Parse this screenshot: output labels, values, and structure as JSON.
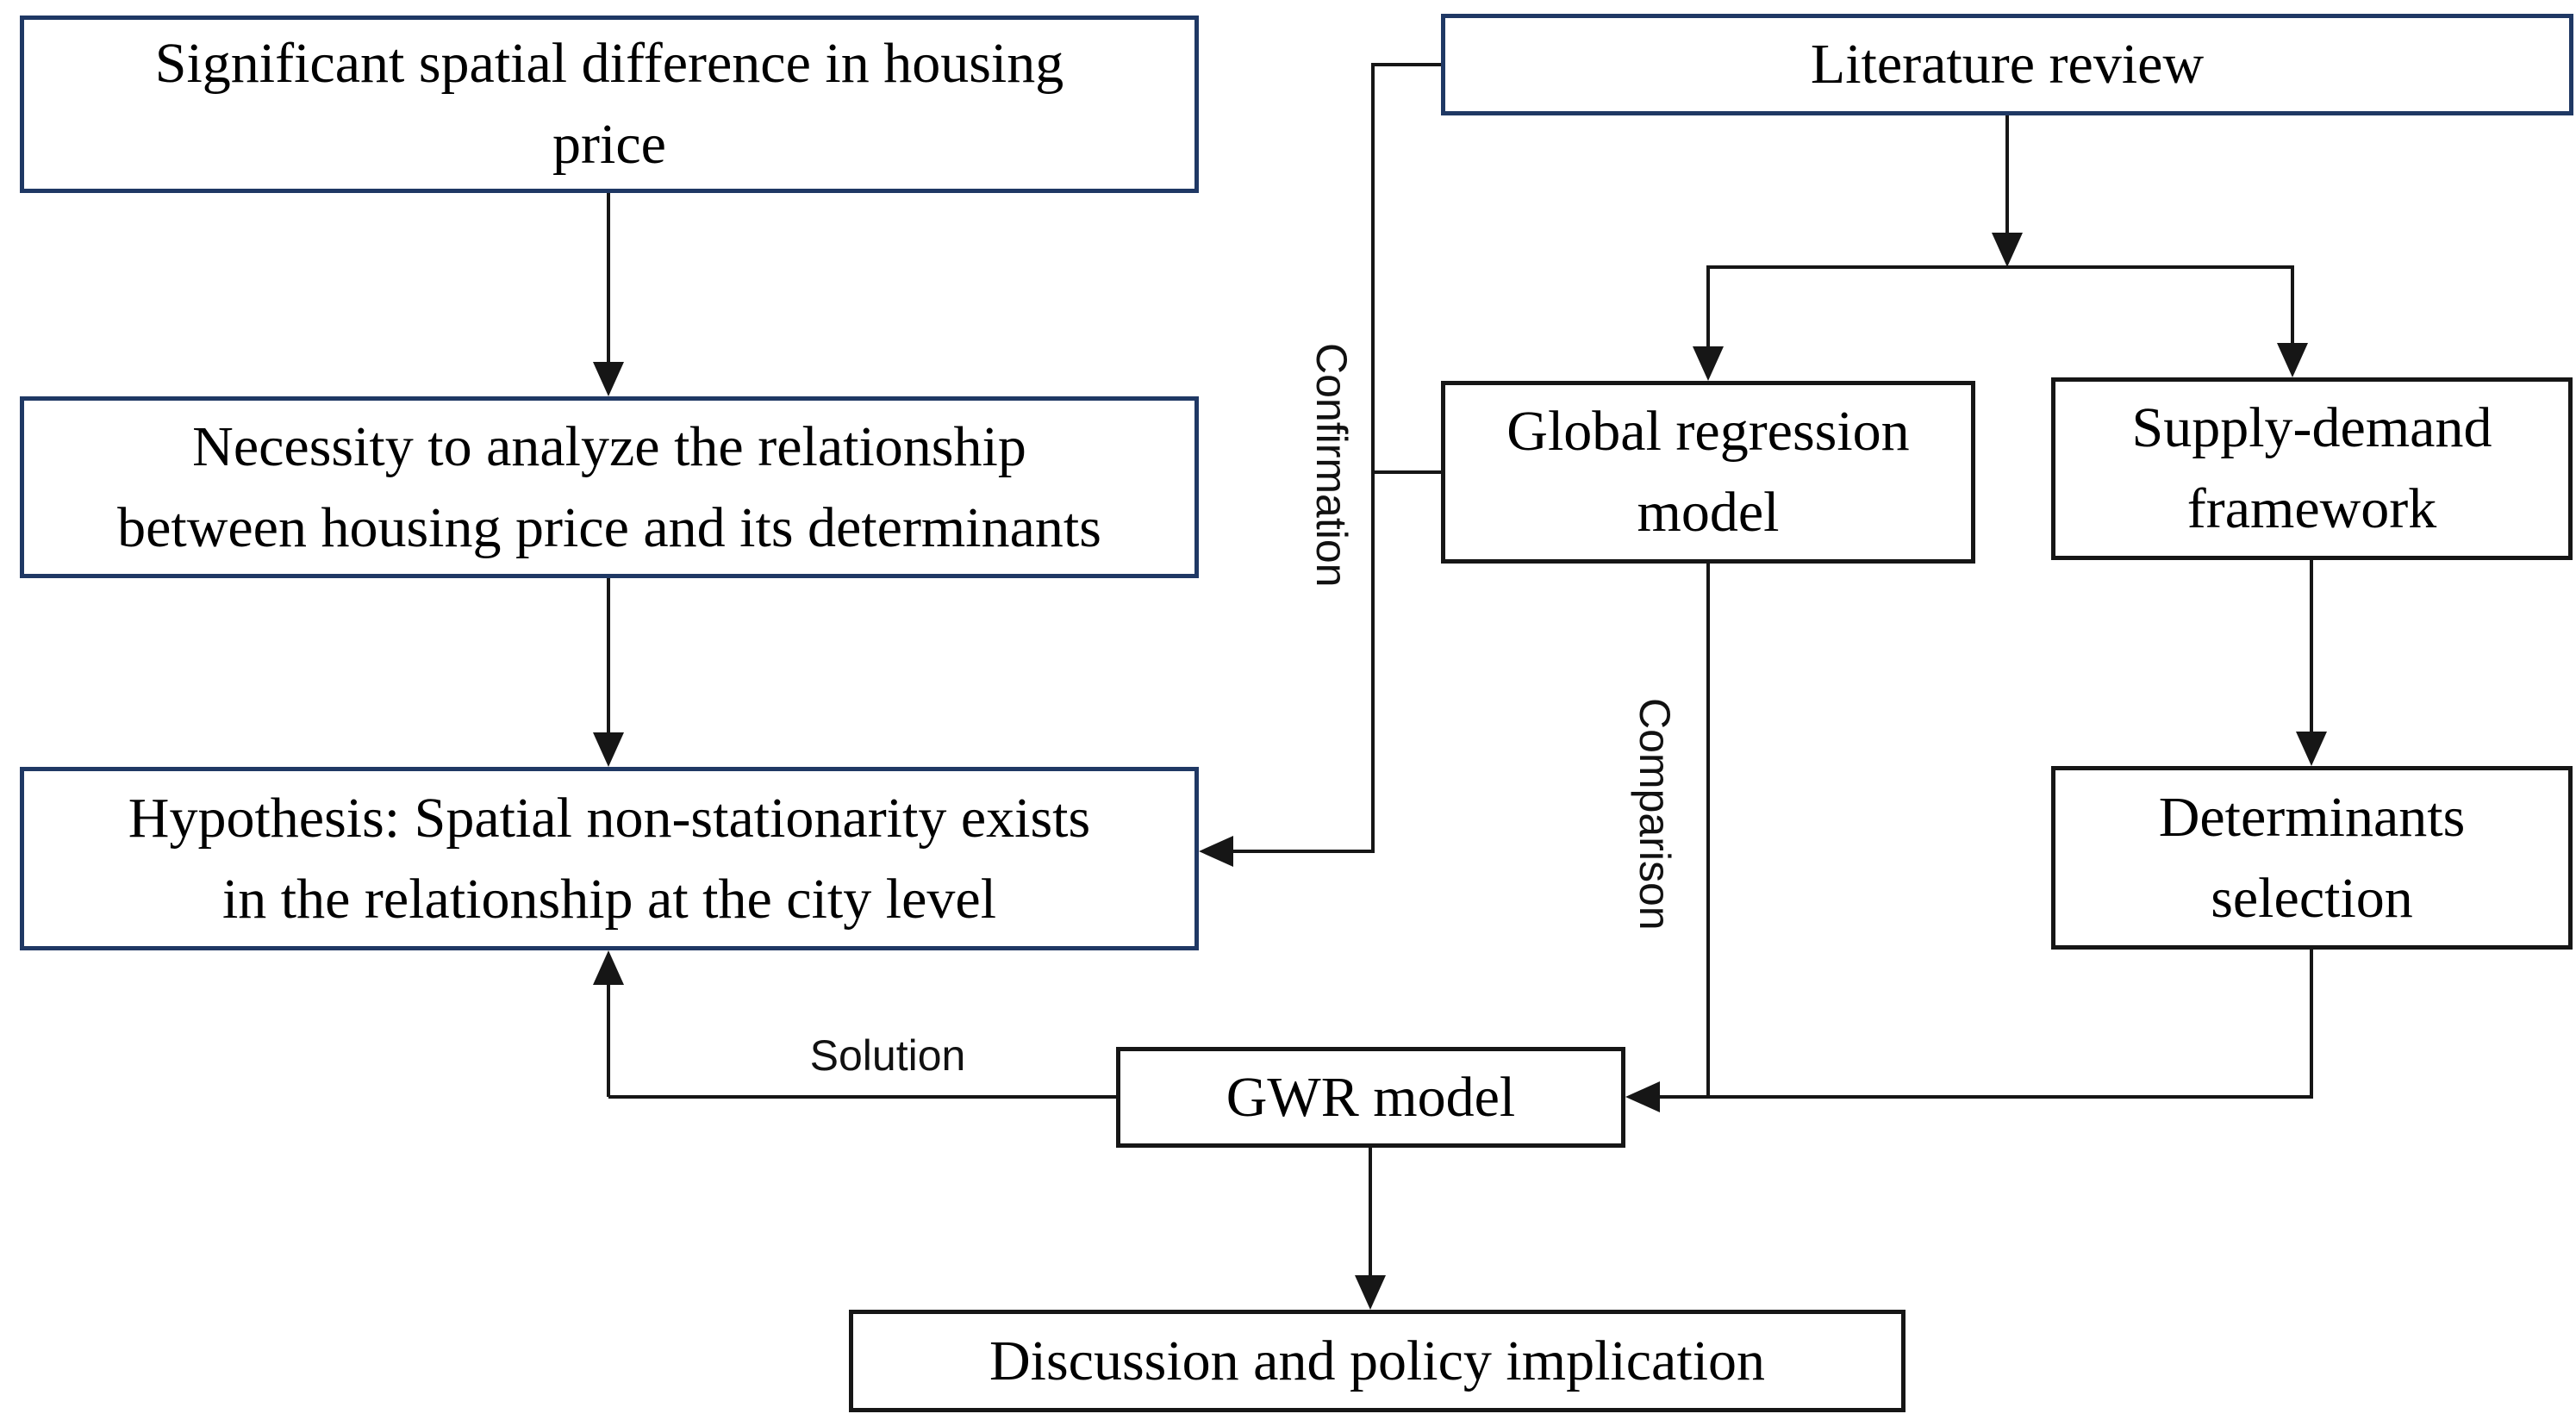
{
  "figure": {
    "background_color": "#ffffff",
    "accent_blue_border": "#1f3864",
    "black_border": "#161616",
    "line_color": "#161616",
    "text_color": "#000000"
  },
  "boxes": {
    "significant": {
      "line1": "Significant spatial difference in housing",
      "line2": "price"
    },
    "necessity": {
      "line1": "Necessity to analyze the relationship",
      "line2": "between housing price and its determinants"
    },
    "hypothesis": {
      "line1": "Hypothesis: Spatial non-stationarity exists",
      "line2": "in the relationship at the city level"
    },
    "literature": {
      "line1": "Literature review"
    },
    "global_regression": {
      "line1": "Global regression",
      "line2": "model"
    },
    "supply_demand": {
      "line1": "Supply-demand",
      "line2": "framework"
    },
    "determinants": {
      "line1": "Determinants",
      "line2": "selection"
    },
    "gwr": {
      "line1": "GWR model"
    },
    "discussion": {
      "line1": "Discussion and policy implication"
    }
  },
  "edge_labels": {
    "confirmation": "Confirmation",
    "comparison": "Comparison",
    "solution": "Solution"
  }
}
